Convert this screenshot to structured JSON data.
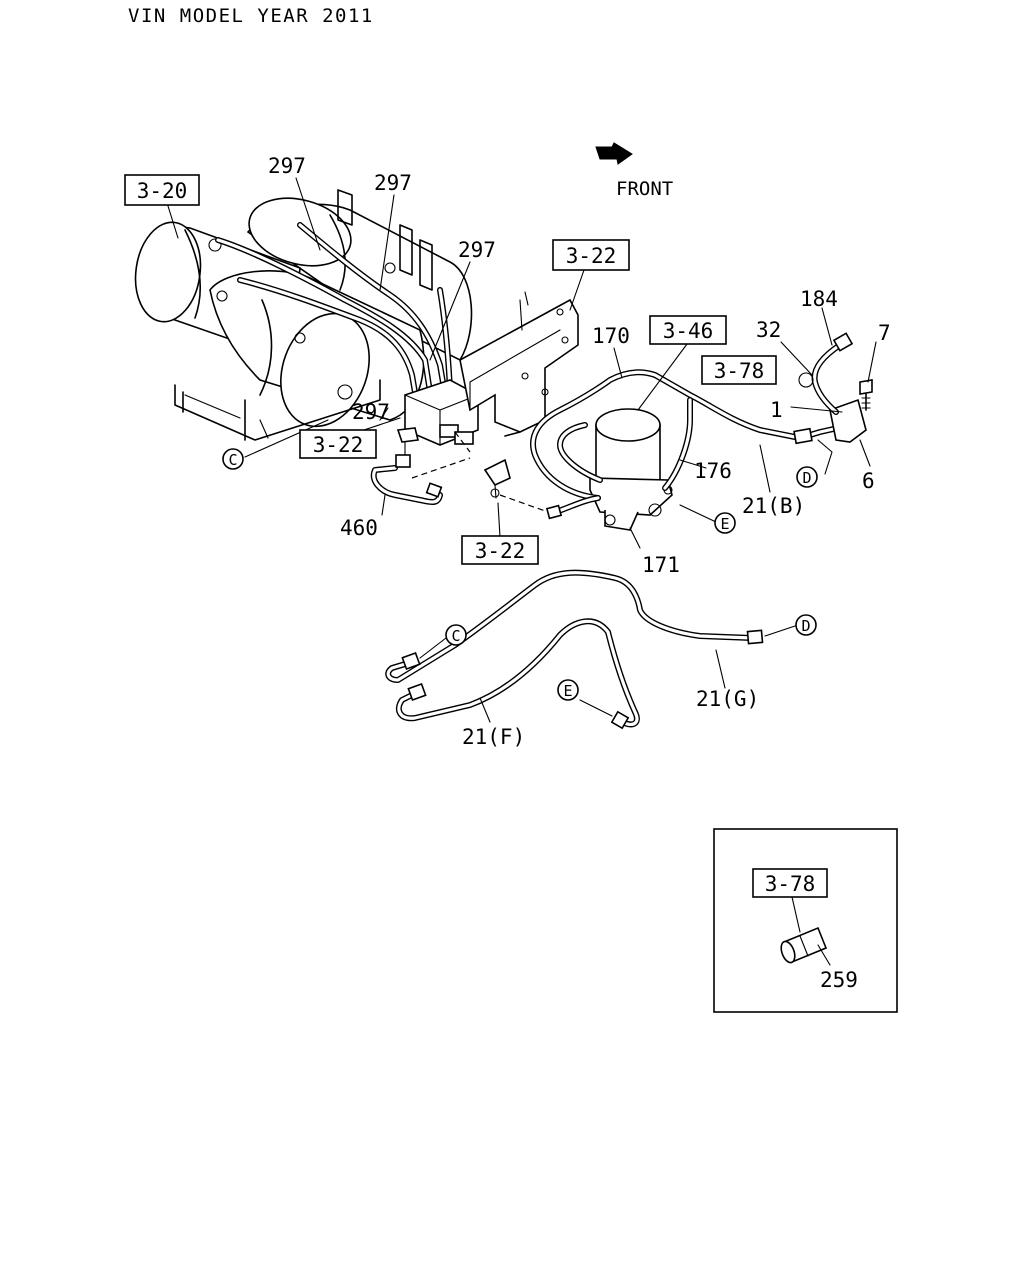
{
  "header": {
    "title": "VIN MODEL YEAR 2011"
  },
  "front_label": "FRONT",
  "ref_boxes": {
    "r320": "3-20",
    "r322_top": "3-22",
    "r346": "3-46",
    "r378": "3-78",
    "r322_left": "3-22",
    "r322_bottom": "3-22",
    "r378_inset": "3-78"
  },
  "callouts": {
    "p297_a": "297",
    "p297_b": "297",
    "p297_c": "297",
    "p297_d": "297",
    "p170": "170",
    "p184": "184",
    "p32": "32",
    "p7": "7",
    "p1": "1",
    "p176": "176",
    "p21b": "21(B)",
    "p6": "6",
    "p460": "460",
    "p171": "171",
    "p21g": "21(G)",
    "p21f": "21(F)",
    "p259": "259"
  },
  "connectors": {
    "c_tank": "C",
    "d_upper": "D",
    "e_upper": "E",
    "c_lower": "C",
    "d_lower": "D",
    "e_lower": "E"
  }
}
